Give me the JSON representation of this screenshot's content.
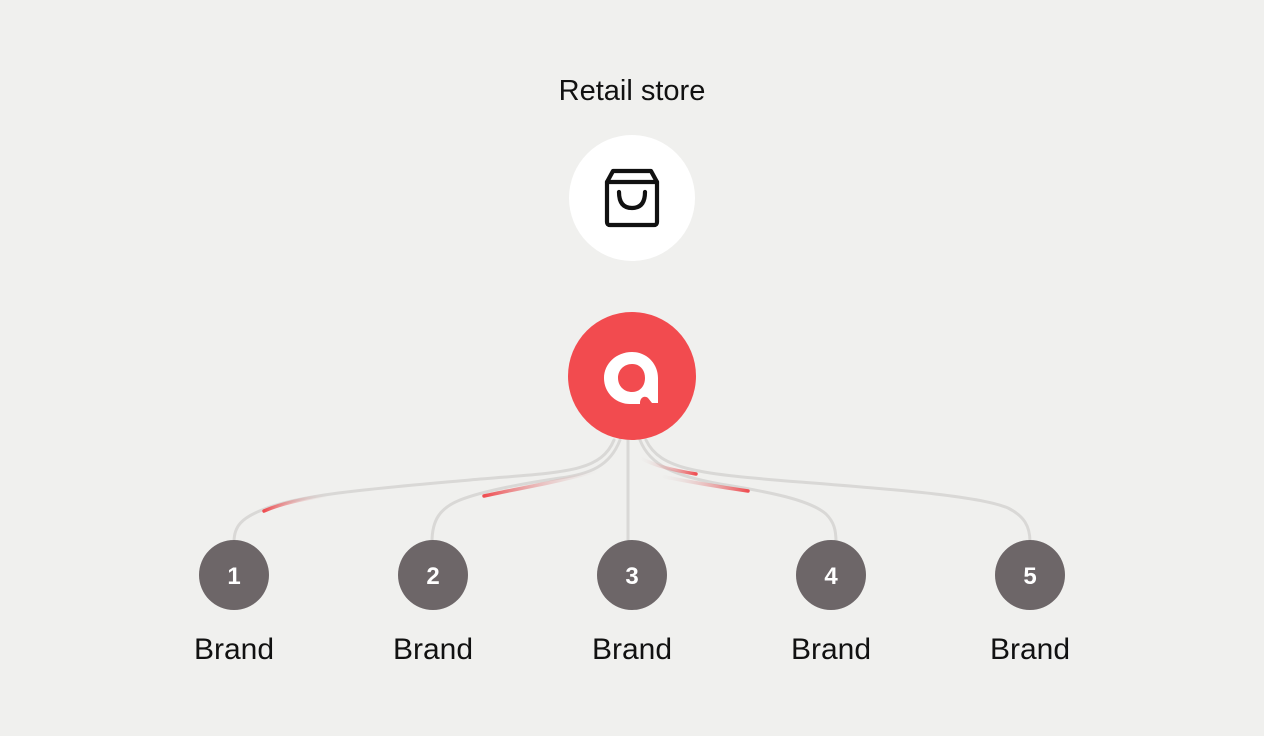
{
  "store": {
    "title": "Retail store",
    "icon": "shopping-bag-icon"
  },
  "hub": {
    "icon": "brand-logo-a-icon",
    "color": "#f24b4f"
  },
  "brands": [
    {
      "number": "1",
      "label": "Brand"
    },
    {
      "number": "2",
      "label": "Brand"
    },
    {
      "number": "3",
      "label": "Brand"
    },
    {
      "number": "4",
      "label": "Brand"
    },
    {
      "number": "5",
      "label": "Brand"
    }
  ],
  "colors": {
    "background": "#f0f0ee",
    "connector": "#d9d8d6",
    "pulse": "#ef4d51",
    "brand_node": "#6d6668",
    "store_node": "#ffffff",
    "text": "#111111"
  }
}
